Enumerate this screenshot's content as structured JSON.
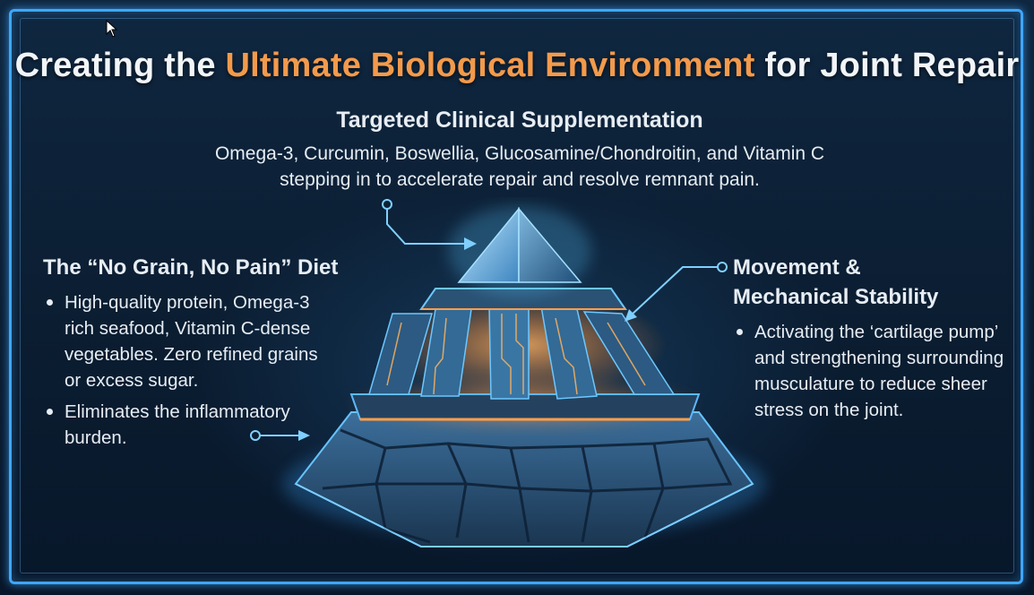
{
  "title": {
    "prefix": "Creating the ",
    "highlight": "Ultimate Biological Environment",
    "suffix": " for Joint Repair"
  },
  "top": {
    "heading": "Targeted Clinical Supplementation",
    "line1": "Omega-3, Curcumin, Boswellia, Glucosamine/Chondroitin, and Vitamin C",
    "line2": "stepping in to accelerate repair and resolve remnant pain."
  },
  "left": {
    "heading": "The “No Grain, No Pain” Diet",
    "bullets": [
      "High-quality protein, Omega-3 rich seafood, Vitamin C-dense vegetables. Zero refined grains or excess sugar.",
      "Eliminates the inflammatory burden."
    ]
  },
  "right": {
    "heading_line1": "Movement &",
    "heading_line2": "Mechanical Stability",
    "bullets": [
      "Activating the ‘cartilage pump’ and strengthening surrounding musculature to reduce sheer stress on the joint."
    ]
  },
  "colors": {
    "highlight": "#f39a4b",
    "frame": "#3fa6ff",
    "text": "#e7edf3",
    "glow_orange": "#ff9a3c",
    "glow_blue": "#5cc8ff"
  },
  "icons": [
    "mouse-cursor-icon",
    "connector-dot-icon",
    "arrow-icon",
    "pyramid-illustration"
  ]
}
